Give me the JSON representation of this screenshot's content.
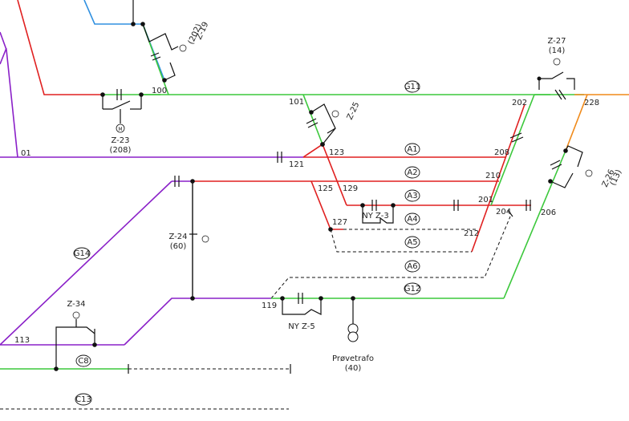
{
  "colors": {
    "green": "#3cc83c",
    "red": "#e02020",
    "purple": "#8a20c8",
    "blue": "#3090e0",
    "orange": "#f08a1a",
    "black": "#111111"
  },
  "tracks": [
    {
      "id": "track-g11",
      "label": "G11"
    },
    {
      "id": "track-a1",
      "label": "A1"
    },
    {
      "id": "track-a2",
      "label": "A2"
    },
    {
      "id": "track-a3",
      "label": "A3"
    },
    {
      "id": "track-a4",
      "label": "A4"
    },
    {
      "id": "track-a5",
      "label": "A5"
    },
    {
      "id": "track-a6",
      "label": "A6"
    },
    {
      "id": "track-g12",
      "label": "G12"
    },
    {
      "id": "track-g14",
      "label": "G14"
    },
    {
      "id": "track-c8",
      "label": "C8"
    },
    {
      "id": "track-c13",
      "label": "C13"
    }
  ],
  "nodes": [
    {
      "id": "node-01",
      "label": "01"
    },
    {
      "id": "node-100",
      "label": "100"
    },
    {
      "id": "node-101",
      "label": "101"
    },
    {
      "id": "node-121",
      "label": "121"
    },
    {
      "id": "node-123",
      "label": "123"
    },
    {
      "id": "node-125",
      "label": "125"
    },
    {
      "id": "node-127",
      "label": "127"
    },
    {
      "id": "node-129",
      "label": "129"
    },
    {
      "id": "node-201",
      "label": "201"
    },
    {
      "id": "node-202",
      "label": "202"
    },
    {
      "id": "node-204",
      "label": "204"
    },
    {
      "id": "node-206",
      "label": "206"
    },
    {
      "id": "node-208",
      "label": "208"
    },
    {
      "id": "node-210",
      "label": "210"
    },
    {
      "id": "node-212",
      "label": "212"
    },
    {
      "id": "node-228",
      "label": "228"
    },
    {
      "id": "node-113",
      "label": "113"
    },
    {
      "id": "node-119",
      "label": "119"
    }
  ],
  "switches": [
    {
      "id": "switch-z19",
      "name": "Z-19",
      "ref": "(202)"
    },
    {
      "id": "switch-z23",
      "name": "Z-23",
      "ref": "(208)"
    },
    {
      "id": "switch-z25",
      "name": "Z-25",
      "ref": ""
    },
    {
      "id": "switch-z27",
      "name": "Z-27",
      "ref": "(14)"
    },
    {
      "id": "switch-z26",
      "name": "Z-26",
      "ref": "(13)"
    },
    {
      "id": "switch-z24",
      "name": "Z-24",
      "ref": "(60)"
    },
    {
      "id": "switch-z34",
      "name": "Z-34",
      "ref": ""
    },
    {
      "id": "switch-z3",
      "name": "NY  Z-3",
      "ref": ""
    },
    {
      "id": "switch-z5",
      "name": "NY  Z-5",
      "ref": ""
    }
  ],
  "motor_symbol": "M",
  "transformer": {
    "name": "Prøvetrafo",
    "ref": "(40)"
  }
}
